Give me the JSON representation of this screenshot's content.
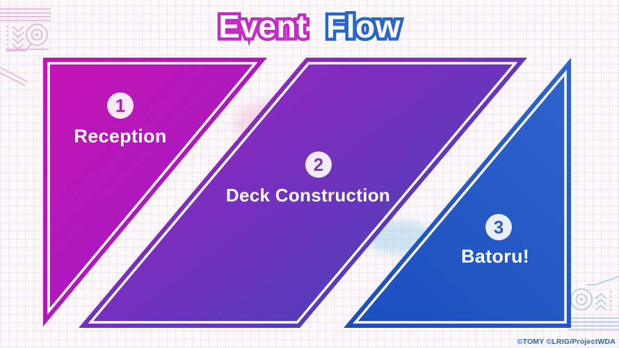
{
  "title": {
    "word1": "Event",
    "word2": "Flow"
  },
  "steps": [
    {
      "number": "1",
      "label": "Reception"
    },
    {
      "number": "2",
      "label": "Deck Construction"
    },
    {
      "number": "3",
      "label": "Batoru!"
    }
  ],
  "footer": {
    "copyright": "©TOMY ©LRIG/ProjectWDA"
  },
  "colors": {
    "title_event_outline": "#c32cc6",
    "title_flow_outline": "#2a65ce",
    "shape1_gradient": [
      "#c712b3",
      "#951fc6"
    ],
    "shape2_gradient": [
      "#a51fc4",
      "#3a46b5"
    ],
    "shape3_gradient": [
      "#2e63cd",
      "#1b4fbe"
    ],
    "badge1_text": "#a822a4",
    "badge2_text": "#7b3dad",
    "badge3_text": "#2a5ec6",
    "copyright_text": "#2b62b4",
    "circuit_pink": "#e3aed8",
    "circuit_blue": "#b3c9e6"
  },
  "icons": {
    "top_left": "circuit-pattern-icon",
    "bottom_right": "circuit-pattern-icon"
  }
}
